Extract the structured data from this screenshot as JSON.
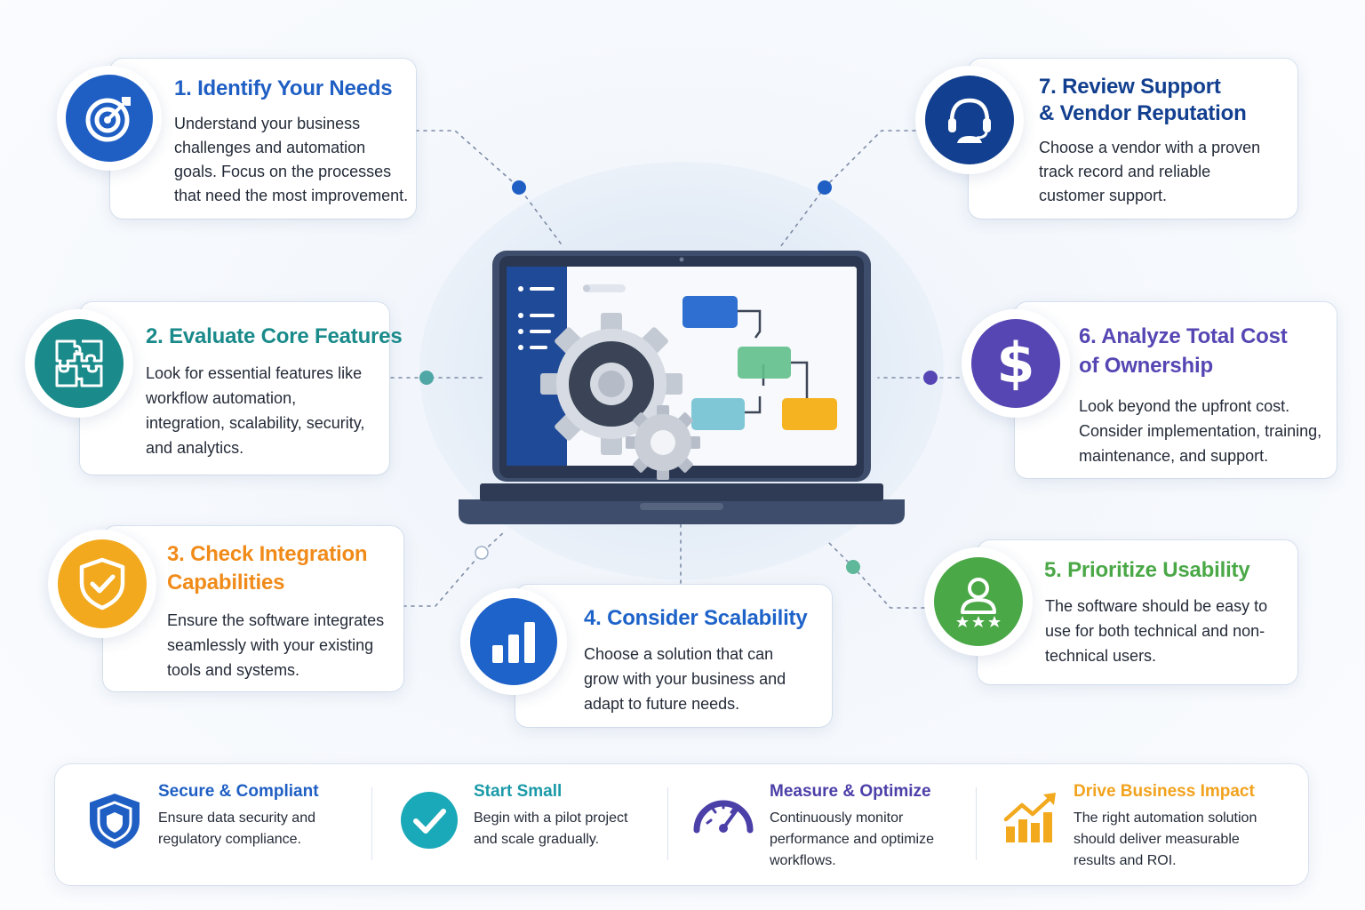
{
  "steps": [
    {
      "title_lines": [
        "1. Identify Your Needs"
      ],
      "desc": "Understand your business challenges and automation goals. Focus on the processes that need the most improvement.",
      "icon": "target-icon",
      "color": "#1f5fc4"
    },
    {
      "title_lines": [
        "2. Evaluate Core Features"
      ],
      "desc": "Look for essential features like workflow automation, integration, scalability, security, and analytics.",
      "icon": "puzzle-icon",
      "color": "#1a8a8a"
    },
    {
      "title_lines": [
        "3. Check Integration",
        "Capabilities"
      ],
      "desc": "Ensure the software integrates seamlessly with your existing tools and systems.",
      "icon": "shield-check-icon",
      "color": "#f2a91d"
    },
    {
      "title_lines": [
        "4. Consider Scalability"
      ],
      "desc": "Choose a solution that can grow with your business and adapt to future needs.",
      "icon": "bar-chart-icon",
      "color": "#1e63c9"
    },
    {
      "title_lines": [
        "5. Prioritize Usability"
      ],
      "desc": "The software should be easy to use for both technical and non-technical users.",
      "icon": "user-rating-icon",
      "color": "#4aa847"
    },
    {
      "title_lines": [
        "6. Analyze Total Cost",
        "of Ownership"
      ],
      "desc": "Look beyond the upfront cost. Consider implementation, training, maintenance, and support.",
      "icon": "dollar-icon",
      "color": "#5546b3"
    },
    {
      "title_lines": [
        "7. Review Support",
        "& Vendor Reputation"
      ],
      "desc": "Choose a vendor with a proven track record and reliable customer support.",
      "icon": "headset-icon",
      "color": "#123f8f"
    }
  ],
  "tips": [
    {
      "title": "Secure & Compliant",
      "desc_lines": [
        "Ensure data security and",
        "regulatory compliance."
      ],
      "icon": "security-shield-icon",
      "color": "#1f5fc4"
    },
    {
      "title": "Start Small",
      "desc_lines": [
        "Begin with a pilot project",
        "and scale gradually."
      ],
      "icon": "checkmark-icon",
      "color": "#1aa9b8"
    },
    {
      "title": "Measure & Optimize",
      "desc_lines": [
        "Continuously monitor",
        "performance and optimize",
        "workflows."
      ],
      "icon": "speedometer-icon",
      "color": "#4b3fa8"
    },
    {
      "title": "Drive Business Impact",
      "desc_lines": [
        "The right automation solution",
        "should deliver measurable",
        "results and ROI."
      ],
      "icon": "growth-chart-icon",
      "color": "#f2a91d"
    }
  ],
  "colors": {
    "laptop_body": "#3e4d6b",
    "screen_sidebar": "#1f4a98",
    "flow_blue": "#2e6fd1",
    "flow_green": "#5fbf8a",
    "flow_teal": "#7fc7d6",
    "flow_yellow": "#f5b321",
    "gear": "#3a4456",
    "connector": "#6d7f99"
  }
}
